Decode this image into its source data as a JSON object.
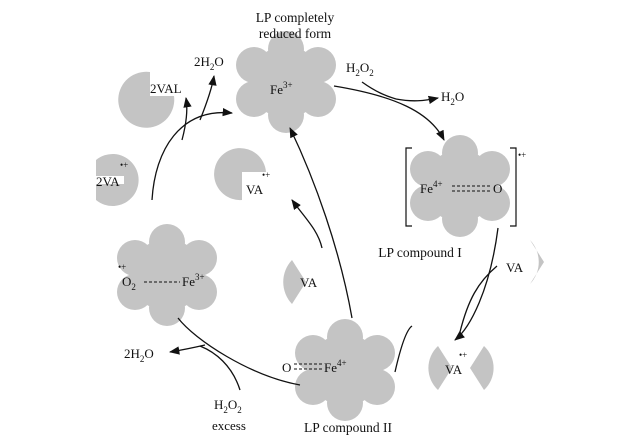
{
  "title": {
    "line1": "LP completely",
    "line2": "reduced form"
  },
  "states": {
    "native": {
      "base": "Fe",
      "charge": "3+"
    },
    "compound_one": {
      "base": "Fe",
      "charge": "4+",
      "ligand": "O",
      "caption": "LP compound I",
      "radical": "•+"
    },
    "compound_two": {
      "base": "Fe",
      "charge": "4+",
      "ligand": "O",
      "caption": "LP compound II"
    },
    "oxy": {
      "ligand_base": "O",
      "ligand_sub": "2",
      "base": "Fe",
      "charge": "3+",
      "radical": "•+"
    }
  },
  "species": {
    "h2o2_top": {
      "base": "H",
      "sub": "2",
      "tail": "O",
      "tail_sub": "2"
    },
    "h2o_right": {
      "base": "H",
      "sub": "2",
      "tail": "O"
    },
    "h2o_topleft": {
      "lead": "2",
      "base": "H",
      "sub": "2",
      "tail": "O"
    },
    "h2o_bottomleft": {
      "lead": "2",
      "base": "H",
      "sub": "2",
      "tail": "O"
    },
    "h2o2_bottom": {
      "base": "H",
      "sub": "2",
      "tail": "O",
      "tail_sub": "2"
    },
    "excess": "excess"
  },
  "substrates": {
    "val_dimer": "2VAL",
    "va_radical_pair": "2VA",
    "va_radical_pair_charge": "•+",
    "va_inner_radical": "VA",
    "va_inner_radical_charge": "•+",
    "va_inner": "VA",
    "va_right": "VA",
    "va_bottom_radical": "VA",
    "va_bottom_radical_charge": "•+"
  }
}
